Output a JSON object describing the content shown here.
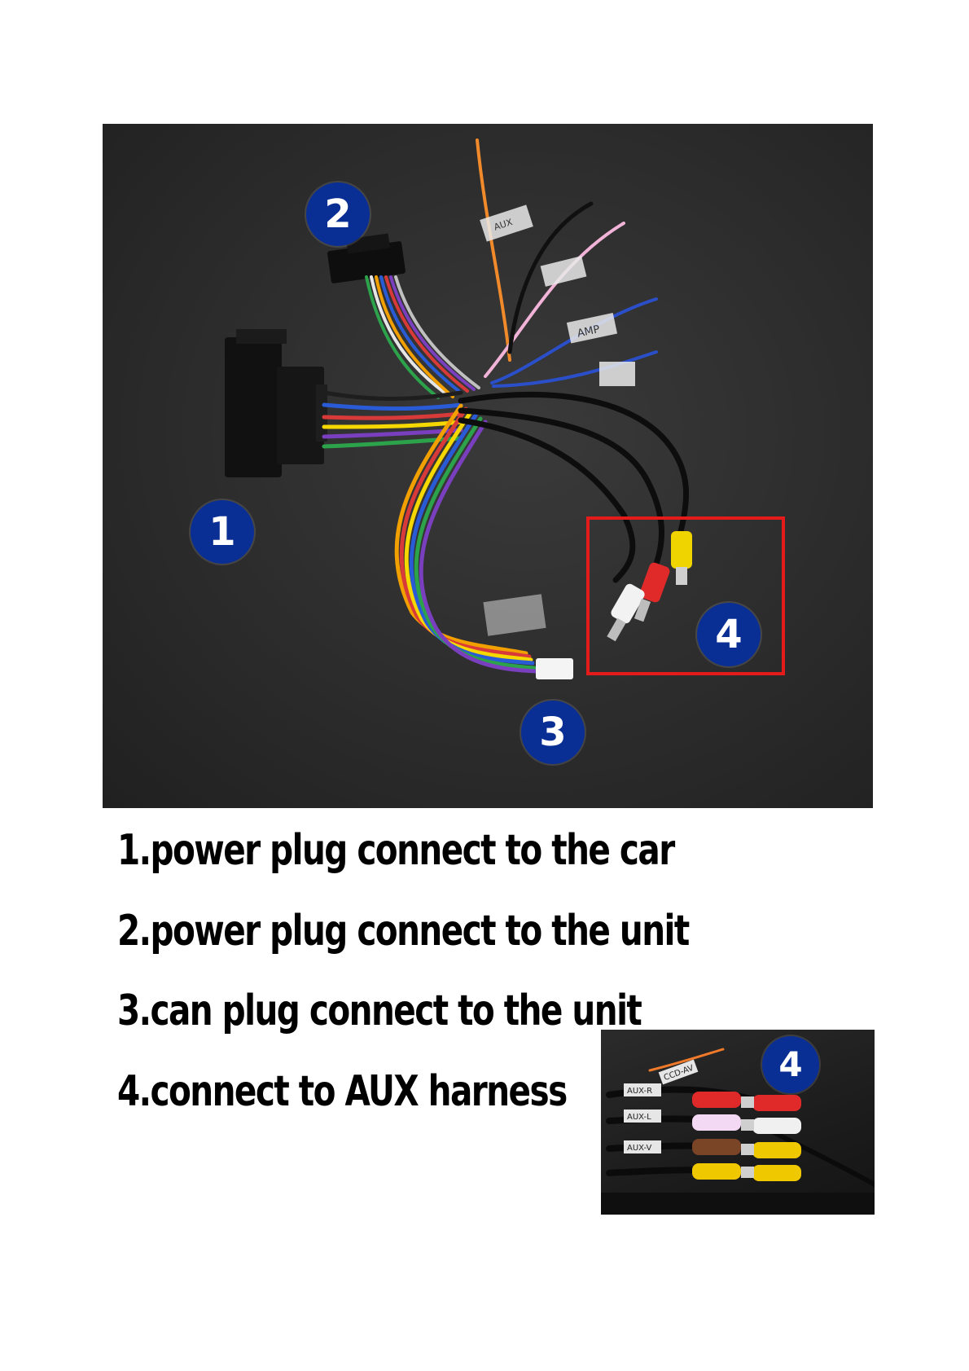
{
  "photo": {
    "markers": [
      {
        "id": "marker-1",
        "label": "1"
      },
      {
        "id": "marker-2",
        "label": "2"
      },
      {
        "id": "marker-3",
        "label": "3"
      },
      {
        "id": "marker-4",
        "label": "4"
      }
    ],
    "wire_tags": [
      "AUX",
      "AMP"
    ],
    "highlight_color": "#e51a1a",
    "marker_color": "#0a2f94"
  },
  "captions": [
    "1.power plug connect to the car",
    "2.power plug connect to the unit",
    "3.can plug connect to the unit",
    "4.connect to AUX harness"
  ],
  "inset": {
    "marker_label": "4",
    "tags": [
      "AUX-R",
      "AUX-L",
      "CCD-AV",
      "AUX-V"
    ]
  }
}
